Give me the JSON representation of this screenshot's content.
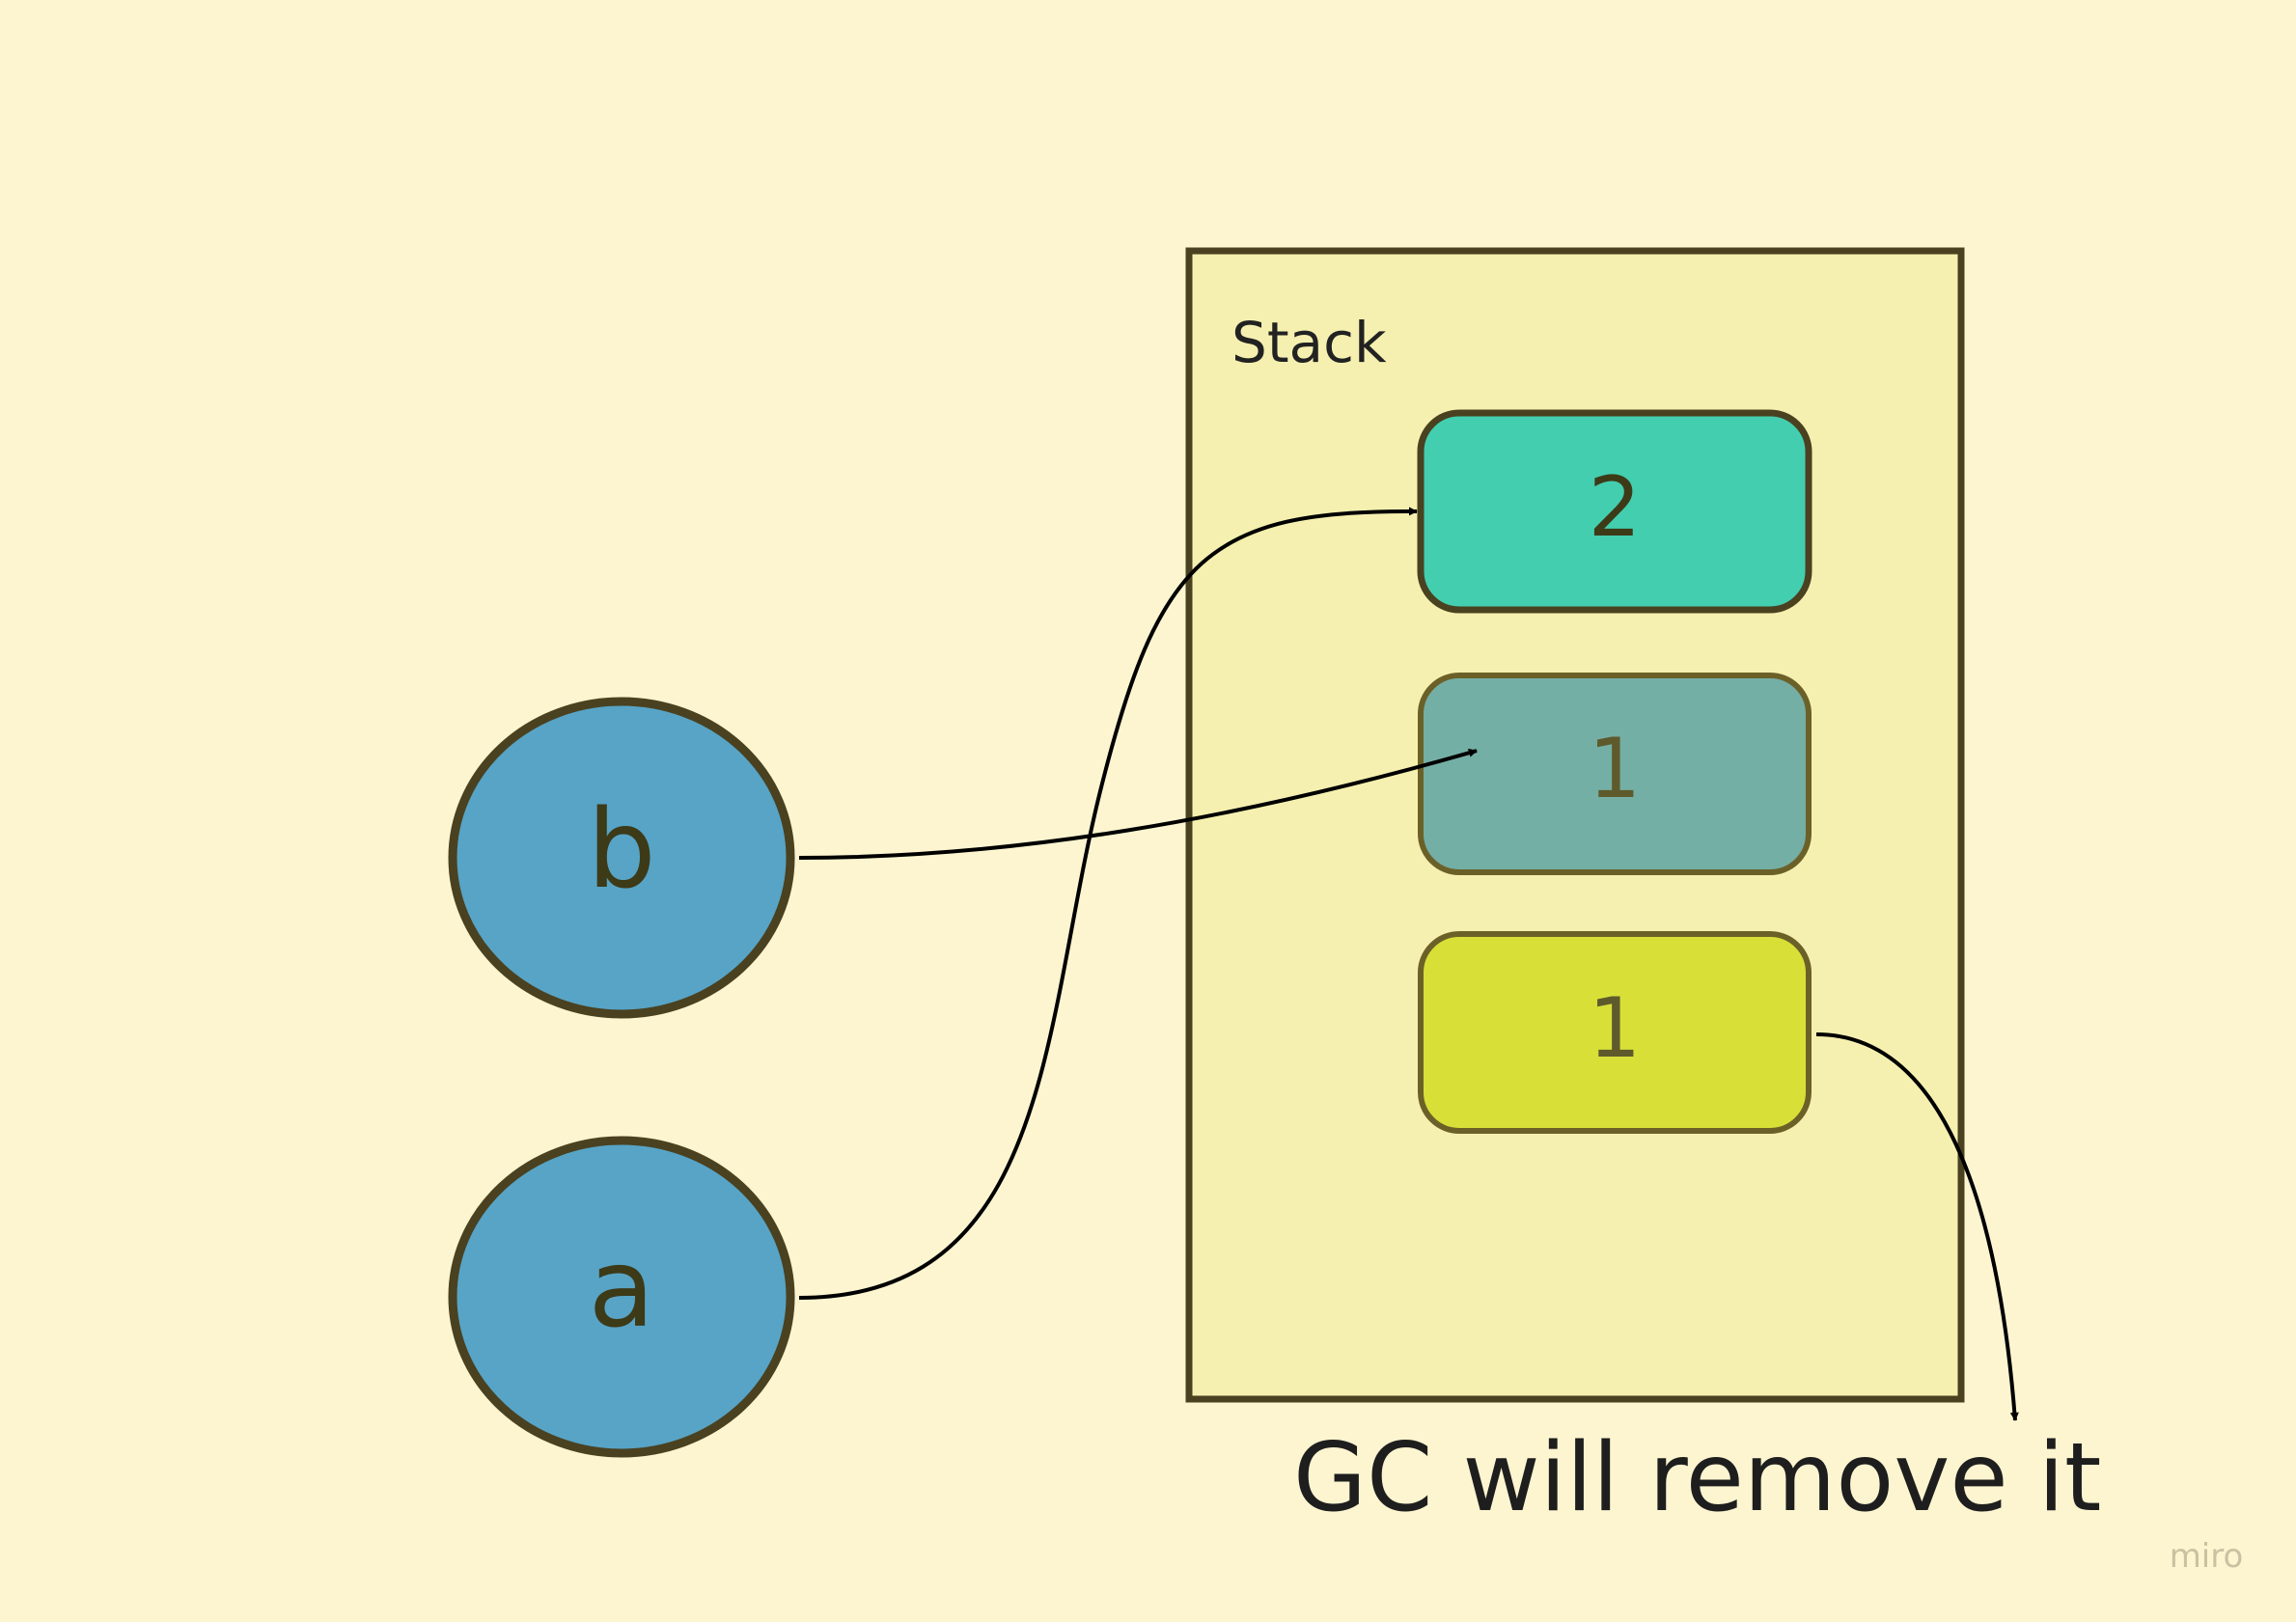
{
  "diagram": {
    "stack_label": "Stack",
    "caption": "GC will remove it",
    "watermark": "miro",
    "variables": [
      {
        "id": "b",
        "label": "b"
      },
      {
        "id": "a",
        "label": "a"
      }
    ],
    "stack_cells": [
      {
        "id": "cell-top",
        "value": "2",
        "state": "active"
      },
      {
        "id": "cell-middle",
        "value": "1",
        "state": "referenced"
      },
      {
        "id": "cell-bottom",
        "value": "1",
        "state": "unreferenced"
      }
    ],
    "colors": {
      "background": "#fdf5d0",
      "stack_fill": "#f6f0b0",
      "variable_fill": "#57a4c6",
      "cell_active": "#43ceb0",
      "cell_referenced": "#74afa6",
      "cell_unreferenced": "#d8e038",
      "outline": "#4a4120"
    }
  }
}
